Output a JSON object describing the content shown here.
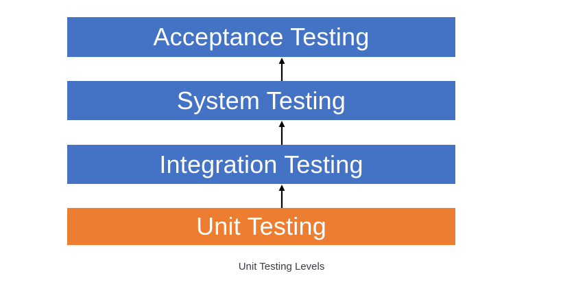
{
  "diagram": {
    "title": "Unit Testing Levels",
    "caption": "Unit Testing Levels",
    "background_color": "#ffffff",
    "levels": [
      {
        "id": "acceptance",
        "label": "Acceptance Testing",
        "fill_color": "#4472C4",
        "text_color": "#ffffff",
        "order": 4
      },
      {
        "id": "system",
        "label": "System Testing",
        "fill_color": "#4472C4",
        "text_color": "#ffffff",
        "order": 3
      },
      {
        "id": "integration",
        "label": "Integration Testing",
        "fill_color": "#4472C4",
        "text_color": "#ffffff",
        "order": 2
      },
      {
        "id": "unit",
        "label": "Unit Testing",
        "fill_color": "#ED7D31",
        "text_color": "#ffffff",
        "order": 1
      }
    ],
    "arrows": [
      {
        "id": "unit-to-integration",
        "from": "Unit Testing",
        "to": "Integration Testing",
        "direction": "up",
        "color": "#000000"
      },
      {
        "id": "integration-to-system",
        "from": "Integration Testing",
        "to": "System Testing",
        "direction": "up",
        "color": "#000000"
      },
      {
        "id": "system-to-acceptance",
        "from": "System Testing",
        "to": "Acceptance Testing",
        "direction": "up",
        "color": "#000000"
      }
    ]
  }
}
